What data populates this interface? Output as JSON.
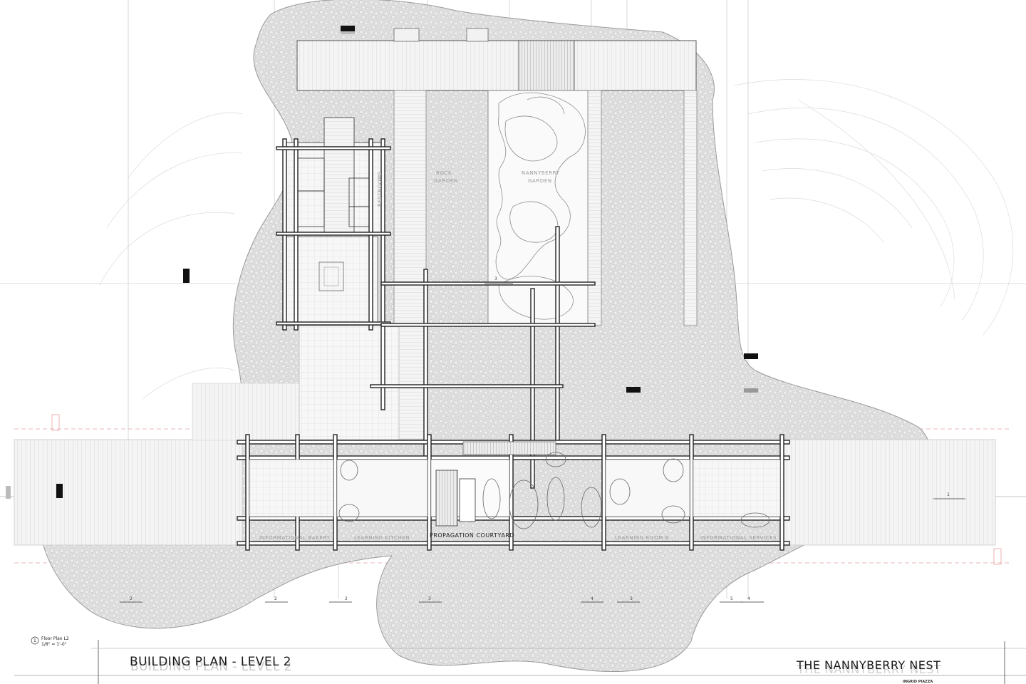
{
  "sheet": {
    "title": "BUILDING PLAN - LEVEL 2",
    "project_name": "THE NANNYBERRY NEST",
    "author": "INGRID PIAZZA"
  },
  "plan_callout": {
    "number": "1",
    "name": "Floor Plan L2",
    "scale": "1/8\" = 1'-0\""
  },
  "rooms": {
    "informational_bakery": "INFORMATIONAL BAKERY",
    "learning_kitchen": "LEARNING KITCHEN",
    "propagation_courtyard": "PROPAGATION COURTYARD",
    "learning_room": "LEARNING ROOM B",
    "informational_services": "INFORMATIONAL SERVICES",
    "nannyberry_garden_line1": "NANNYBERRY",
    "nannyberry_garden_line2": "GARDEN",
    "rock_garden_line1": "ROCK",
    "rock_garden_line2": "GARDEN",
    "restrooms": "RESTROOMS"
  },
  "grid_bubbles": [
    "2",
    "2",
    "2",
    "3",
    "4",
    "3",
    "5",
    "4",
    "1",
    "3"
  ],
  "colors": {
    "gravel": "#dcdcdc",
    "linework": "#2b2b2b",
    "faint": "#bdbdbd",
    "accent_red": "#e8a0a0"
  }
}
